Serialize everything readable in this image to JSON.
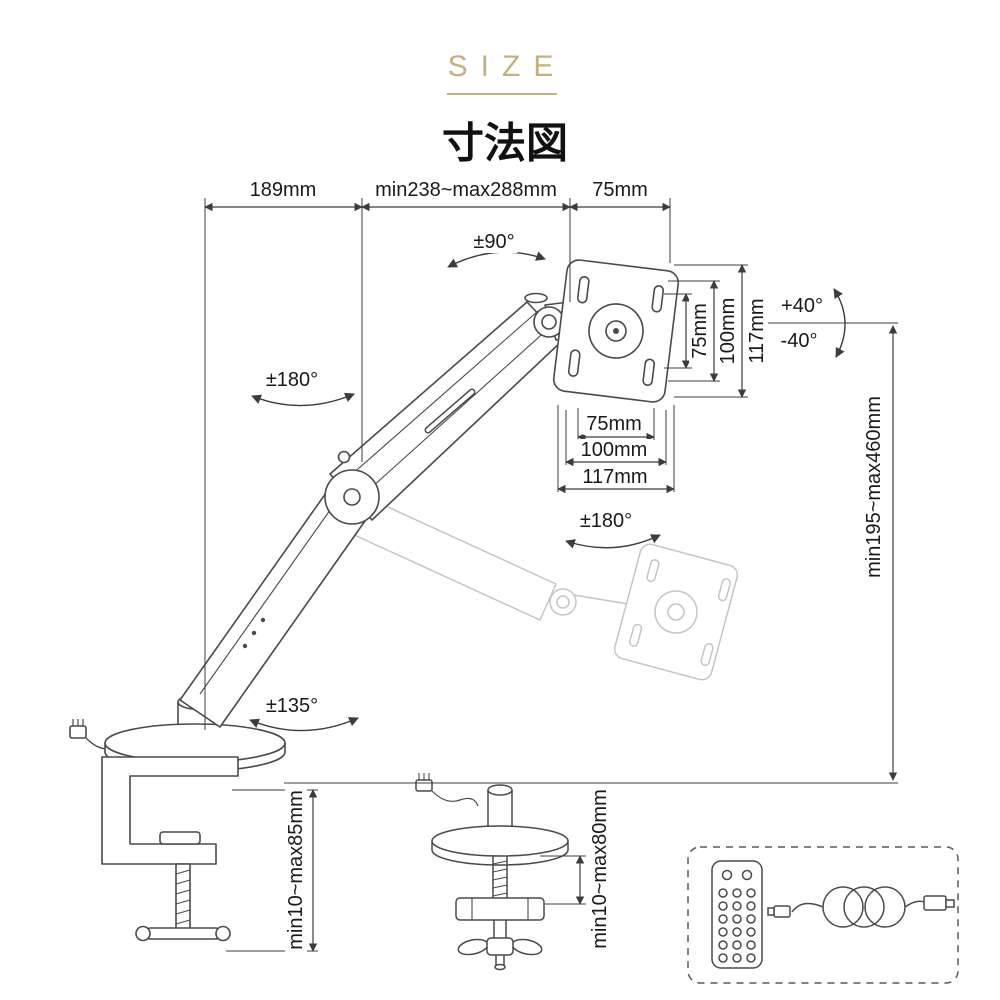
{
  "header": {
    "eyebrow": "SIZE",
    "title": "寸法図"
  },
  "dimensions": {
    "top_left": "189mm",
    "top_middle": "min238~max288mm",
    "top_right": "75mm",
    "vesa_vertical": {
      "hole_pitch": "75mm",
      "plate_mid": "100mm",
      "plate_full": "117mm"
    },
    "vesa_horizontal": {
      "hole_pitch": "75mm",
      "plate_mid": "100mm",
      "plate_full": "117mm"
    },
    "height_range": "min195~max460mm",
    "clamp_range": "min10~max85mm",
    "grommet_range": "min10~max80mm"
  },
  "rotations": {
    "head": "±90°",
    "upper_arm": "±180°",
    "vesa": "±180°",
    "base": "±135°",
    "tilt_up": "+40°",
    "tilt_down": "-40°"
  },
  "colors": {
    "accent_gold": "#C7B080",
    "line": "#4A4A4A",
    "ghost": "#C5C5C5",
    "text": "#1A1A1A"
  }
}
